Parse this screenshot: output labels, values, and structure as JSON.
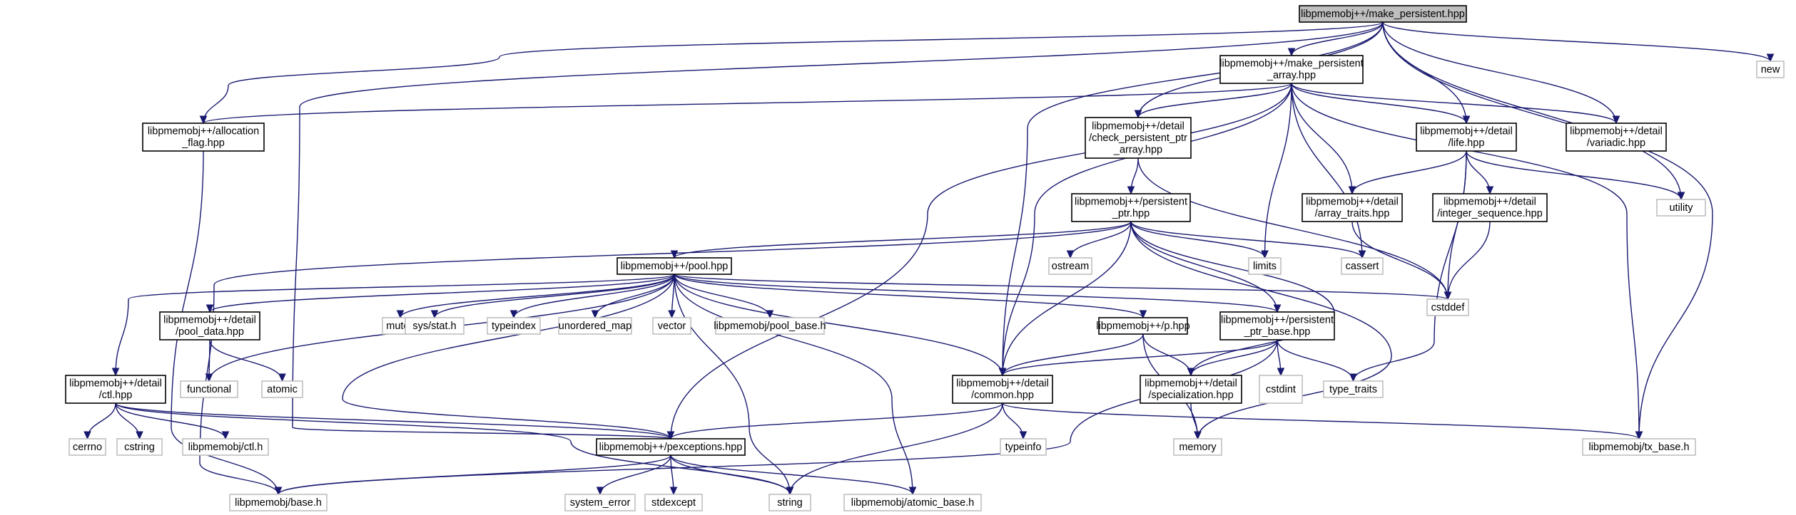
{
  "nodes": [
    {
      "id": "make_persistent",
      "lines": [
        "libpmemobj++/make_persistent.hpp"
      ],
      "kind": "main"
    },
    {
      "id": "new",
      "lines": [
        "new"
      ],
      "kind": "ext"
    },
    {
      "id": "make_persistent_array",
      "lines": [
        "libpmemobj++/make_persistent",
        "_array.hpp"
      ],
      "kind": "solid"
    },
    {
      "id": "allocation_flag",
      "lines": [
        "libpmemobj++/allocation",
        "_flag.hpp"
      ],
      "kind": "solid"
    },
    {
      "id": "check_persistent",
      "lines": [
        "libpmemobj++/detail",
        "/check_persistent_ptr",
        "_array.hpp"
      ],
      "kind": "solid"
    },
    {
      "id": "life",
      "lines": [
        "libpmemobj++/detail",
        "/life.hpp"
      ],
      "kind": "solid"
    },
    {
      "id": "variadic",
      "lines": [
        "libpmemobj++/detail",
        "/variadic.hpp"
      ],
      "kind": "solid"
    },
    {
      "id": "utility",
      "lines": [
        "utility"
      ],
      "kind": "ext"
    },
    {
      "id": "array_traits",
      "lines": [
        "libpmemobj++/detail",
        "/array_traits.hpp"
      ],
      "kind": "solid"
    },
    {
      "id": "integer_sequence",
      "lines": [
        "libpmemobj++/detail",
        "/integer_sequence.hpp"
      ],
      "kind": "solid"
    },
    {
      "id": "persistent_ptr",
      "lines": [
        "libpmemobj++/persistent",
        "_ptr.hpp"
      ],
      "kind": "solid"
    },
    {
      "id": "ostream",
      "lines": [
        "ostream"
      ],
      "kind": "ext"
    },
    {
      "id": "limits",
      "lines": [
        "limits"
      ],
      "kind": "ext"
    },
    {
      "id": "cassert",
      "lines": [
        "cassert"
      ],
      "kind": "ext"
    },
    {
      "id": "pool",
      "lines": [
        "libpmemobj++/pool.hpp"
      ],
      "kind": "solid"
    },
    {
      "id": "cstddef",
      "lines": [
        "cstddef"
      ],
      "kind": "ext"
    },
    {
      "id": "pool_data",
      "lines": [
        "libpmemobj++/detail",
        "/pool_data.hpp"
      ],
      "kind": "solid"
    },
    {
      "id": "mutex",
      "lines": [
        "mutex"
      ],
      "kind": "ext"
    },
    {
      "id": "sys_stat",
      "lines": [
        "sys/stat.h"
      ],
      "kind": "ext"
    },
    {
      "id": "typeindex",
      "lines": [
        "typeindex"
      ],
      "kind": "ext"
    },
    {
      "id": "unordered_map",
      "lines": [
        "unordered_map"
      ],
      "kind": "ext"
    },
    {
      "id": "vector",
      "lines": [
        "vector"
      ],
      "kind": "ext"
    },
    {
      "id": "pool_base",
      "lines": [
        "libpmemobj/pool_base.h"
      ],
      "kind": "ext"
    },
    {
      "id": "p_hpp",
      "lines": [
        "libpmemobj++/p.hpp"
      ],
      "kind": "solid"
    },
    {
      "id": "persistent_ptr_base",
      "lines": [
        "libpmemobj++/persistent",
        "_ptr_base.hpp"
      ],
      "kind": "solid"
    },
    {
      "id": "ctl",
      "lines": [
        "libpmemobj++/detail",
        "/ctl.hpp"
      ],
      "kind": "solid"
    },
    {
      "id": "functional",
      "lines": [
        "functional"
      ],
      "kind": "ext"
    },
    {
      "id": "atomic",
      "lines": [
        "atomic"
      ],
      "kind": "ext"
    },
    {
      "id": "common",
      "lines": [
        "libpmemobj++/detail",
        "/common.hpp"
      ],
      "kind": "solid"
    },
    {
      "id": "specialization",
      "lines": [
        "libpmemobj++/detail",
        "/specialization.hpp"
      ],
      "kind": "solid"
    },
    {
      "id": "cstdint",
      "lines": [
        "cstdint"
      ],
      "kind": "ext"
    },
    {
      "id": "type_traits",
      "lines": [
        "type_traits"
      ],
      "kind": "ext"
    },
    {
      "id": "cerrno",
      "lines": [
        "cerrno"
      ],
      "kind": "ext"
    },
    {
      "id": "cstring",
      "lines": [
        "cstring"
      ],
      "kind": "ext"
    },
    {
      "id": "ctl_h",
      "lines": [
        "libpmemobj/ctl.h"
      ],
      "kind": "ext"
    },
    {
      "id": "pexceptions",
      "lines": [
        "libpmemobj++/pexceptions.hpp"
      ],
      "kind": "solid"
    },
    {
      "id": "typeinfo",
      "lines": [
        "typeinfo"
      ],
      "kind": "ext"
    },
    {
      "id": "memory",
      "lines": [
        "memory"
      ],
      "kind": "ext"
    },
    {
      "id": "tx_base",
      "lines": [
        "libpmemobj/tx_base.h"
      ],
      "kind": "ext"
    },
    {
      "id": "base_h",
      "lines": [
        "libpmemobj/base.h"
      ],
      "kind": "ext"
    },
    {
      "id": "system_error",
      "lines": [
        "system_error"
      ],
      "kind": "ext"
    },
    {
      "id": "stdexcept",
      "lines": [
        "stdexcept"
      ],
      "kind": "ext"
    },
    {
      "id": "string",
      "lines": [
        "string"
      ],
      "kind": "ext"
    },
    {
      "id": "atomic_base",
      "lines": [
        "libpmemobj/atomic_base.h"
      ],
      "kind": "ext"
    }
  ],
  "edges": [
    [
      "make_persistent",
      "new"
    ],
    [
      "make_persistent",
      "make_persistent_array"
    ],
    [
      "make_persistent",
      "allocation_flag"
    ],
    [
      "make_persistent",
      "check_persistent"
    ],
    [
      "make_persistent",
      "life"
    ],
    [
      "make_persistent",
      "variadic"
    ],
    [
      "make_persistent",
      "utility"
    ],
    [
      "make_persistent",
      "common"
    ],
    [
      "make_persistent",
      "pexceptions"
    ],
    [
      "make_persistent",
      "tx_base"
    ],
    [
      "make_persistent_array",
      "allocation_flag"
    ],
    [
      "make_persistent_array",
      "check_persistent"
    ],
    [
      "make_persistent_array",
      "life"
    ],
    [
      "make_persistent_array",
      "variadic"
    ],
    [
      "make_persistent_array",
      "array_traits"
    ],
    [
      "make_persistent_array",
      "limits"
    ],
    [
      "make_persistent_array",
      "cassert"
    ],
    [
      "make_persistent_array",
      "common"
    ],
    [
      "make_persistent_array",
      "pexceptions"
    ],
    [
      "make_persistent_array",
      "tx_base"
    ],
    [
      "allocation_flag",
      "base_h"
    ],
    [
      "check_persistent",
      "persistent_ptr"
    ],
    [
      "check_persistent",
      "cstddef"
    ],
    [
      "life",
      "array_traits"
    ],
    [
      "life",
      "integer_sequence"
    ],
    [
      "life",
      "utility"
    ],
    [
      "life",
      "cstddef"
    ],
    [
      "life",
      "type_traits"
    ],
    [
      "array_traits",
      "cstddef"
    ],
    [
      "integer_sequence",
      "cstddef"
    ],
    [
      "persistent_ptr",
      "ostream"
    ],
    [
      "persistent_ptr",
      "limits"
    ],
    [
      "persistent_ptr",
      "cassert"
    ],
    [
      "persistent_ptr",
      "pool"
    ],
    [
      "persistent_ptr",
      "persistent_ptr_base"
    ],
    [
      "persistent_ptr",
      "common"
    ],
    [
      "persistent_ptr",
      "specialization"
    ],
    [
      "persistent_ptr",
      "memory"
    ],
    [
      "persistent_ptr",
      "base_h"
    ],
    [
      "pool",
      "pool_data"
    ],
    [
      "pool",
      "mutex"
    ],
    [
      "pool",
      "sys_stat"
    ],
    [
      "pool",
      "typeindex"
    ],
    [
      "pool",
      "unordered_map"
    ],
    [
      "pool",
      "vector"
    ],
    [
      "pool",
      "pool_base"
    ],
    [
      "pool",
      "p_hpp"
    ],
    [
      "pool",
      "persistent_ptr_base"
    ],
    [
      "pool",
      "cstddef"
    ],
    [
      "pool",
      "ctl"
    ],
    [
      "pool",
      "functional"
    ],
    [
      "pool",
      "common"
    ],
    [
      "pool",
      "pexceptions"
    ],
    [
      "pool",
      "string"
    ],
    [
      "pool",
      "atomic_base"
    ],
    [
      "pool_data",
      "functional"
    ],
    [
      "pool_data",
      "atomic"
    ],
    [
      "p_hpp",
      "common"
    ],
    [
      "p_hpp",
      "specialization"
    ],
    [
      "p_hpp",
      "memory"
    ],
    [
      "persistent_ptr_base",
      "common"
    ],
    [
      "persistent_ptr_base",
      "specialization"
    ],
    [
      "persistent_ptr_base",
      "cstdint"
    ],
    [
      "persistent_ptr_base",
      "type_traits"
    ],
    [
      "persistent_ptr_base",
      "base_h"
    ],
    [
      "ctl",
      "cerrno"
    ],
    [
      "ctl",
      "cstring"
    ],
    [
      "ctl",
      "ctl_h"
    ],
    [
      "ctl",
      "pexceptions"
    ],
    [
      "ctl",
      "string"
    ],
    [
      "common",
      "pexceptions"
    ],
    [
      "common",
      "typeinfo"
    ],
    [
      "common",
      "string"
    ],
    [
      "common",
      "tx_base"
    ],
    [
      "specialization",
      "memory"
    ],
    [
      "pexceptions",
      "base_h"
    ],
    [
      "pexceptions",
      "system_error"
    ],
    [
      "pexceptions",
      "stdexcept"
    ],
    [
      "pexceptions",
      "string"
    ],
    [
      "pexceptions",
      "atomic_base"
    ]
  ]
}
